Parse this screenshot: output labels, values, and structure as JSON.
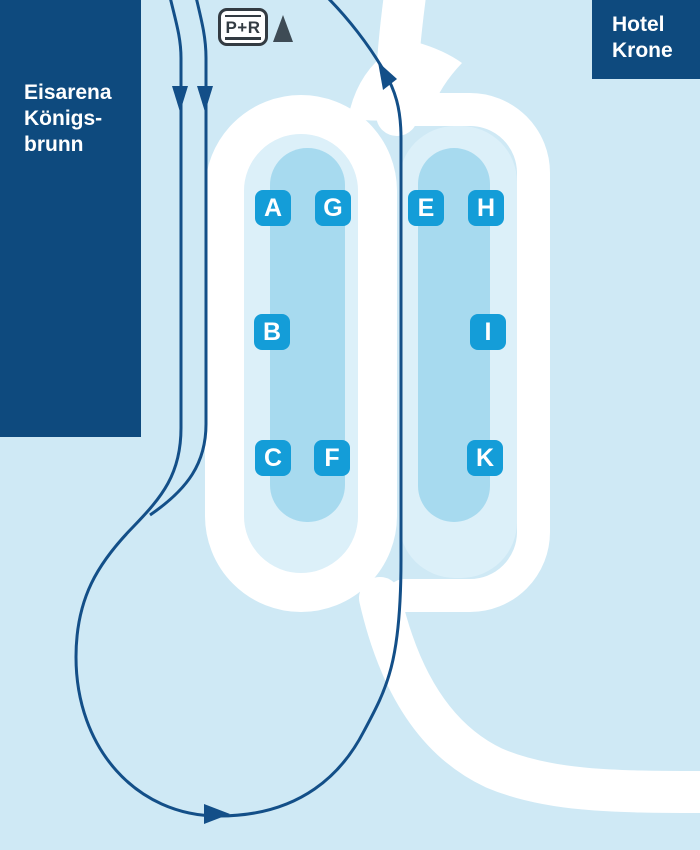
{
  "map": {
    "buildings": {
      "eisarena": {
        "lines": [
          "Eisarena",
          "Königs-",
          "brunn"
        ]
      },
      "hotel_krone": {
        "lines": [
          "Hotel",
          "Krone"
        ]
      }
    },
    "park_ride_sign": {
      "label": "P+R"
    },
    "badges": [
      {
        "label": "A"
      },
      {
        "label": "G"
      },
      {
        "label": "E"
      },
      {
        "label": "H"
      },
      {
        "label": "B"
      },
      {
        "label": "I"
      },
      {
        "label": "C"
      },
      {
        "label": "F"
      },
      {
        "label": "K"
      }
    ],
    "colors": {
      "background": "#cfe9f5",
      "loop_interior": "#dcf0f9",
      "platform": "#a7daef",
      "road": "#ffffff",
      "route_line": "#134f88",
      "building": "#0e4a7e",
      "badge": "#149dd8",
      "sign_dark": "#333b42"
    }
  }
}
